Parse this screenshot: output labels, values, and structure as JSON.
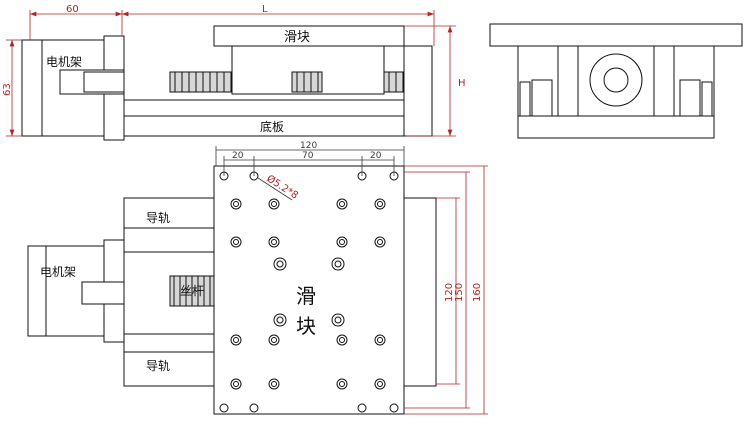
{
  "colors": {
    "outline": "#111111",
    "dimension": "#b02525",
    "part_fill": "#ececec",
    "background": "#ffffff"
  },
  "top_view": {
    "dim_width_motor": "60",
    "dim_length": "L",
    "dim_height_motor": "63",
    "dim_height_total": "H",
    "label_slider": "滑块",
    "label_motor_mount": "电机架",
    "label_base": "底板"
  },
  "plan_view": {
    "dim_total_width": "120",
    "dim_hole_spacing_left": "20",
    "dim_hole_spacing_mid": "70",
    "dim_hole_spacing_right": "20",
    "dim_hole_diameter": "Ø5.2*8",
    "dim_height_inner": "120",
    "dim_height_mid": "150",
    "dim_height_outer": "160",
    "label_guide_rail_top": "导轨",
    "label_guide_rail_bottom": "导轨",
    "label_motor_mount": "电机架",
    "label_screw": "丝杆",
    "label_slider_line1": "滑",
    "label_slider_line2": "块"
  }
}
